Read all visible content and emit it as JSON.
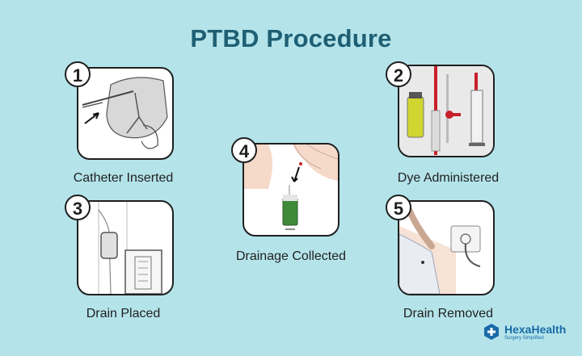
{
  "title": "PTBD Procedure",
  "steps": [
    {
      "number": "1",
      "caption": "Catheter Inserted"
    },
    {
      "number": "2",
      "caption": "Dye Administered"
    },
    {
      "number": "3",
      "caption": "Drain Placed"
    },
    {
      "number": "4",
      "caption": "Drainage Collected"
    },
    {
      "number": "5",
      "caption": "Drain Removed"
    }
  ],
  "logo": {
    "name": "HexaHealth",
    "tagline": "Surgery Simplified"
  },
  "colors": {
    "background": "#b4e4ea",
    "title": "#1f5f74",
    "card_border": "#1f1f1f",
    "logo": "#1a6aa8",
    "bile_green": "#3f8a3a",
    "red": "#c8202a"
  }
}
